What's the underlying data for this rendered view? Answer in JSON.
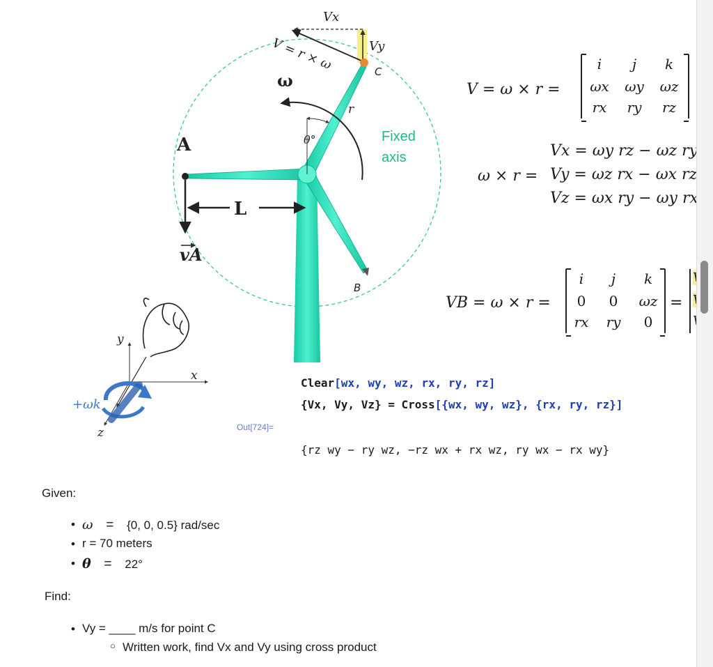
{
  "diagram": {
    "labels": {
      "vx": "Vx",
      "vy": "Vy",
      "v_eq": "V = r × ω",
      "c": "C",
      "omega": "ω",
      "r": "r",
      "theta": "θ°",
      "fixed_axis": "Fixed axis",
      "a": "A",
      "l": "L",
      "va": "vA",
      "b": "B",
      "y_axis": "y",
      "x_axis": "x",
      "z_axis": "z",
      "omega_k": "+ωk"
    },
    "colors": {
      "blade": "#2fe0b8",
      "tower": "#22e6b0",
      "circle": "#35c98f",
      "fixed_axis": "#1fb88a",
      "highlight": "#f7ef8a",
      "point_c": "#e88838"
    }
  },
  "equations": {
    "v_cross": "V = ω × r  =",
    "m1": {
      "r1": [
        "i",
        "j",
        "k"
      ],
      "r2": [
        "ωx",
        "ωy",
        "ωz"
      ],
      "r3": [
        "rx",
        "ry",
        "rz"
      ]
    },
    "cross_lhs": "ω × r  =",
    "vx_eq": "Vx = ωy rz − ωz ry",
    "vy_eq": "Vy = ωz rx − ωx rz",
    "vz_eq": "Vz = ωx ry − ωy rx",
    "vb_eq": "VB = ω × r  =",
    "m2": {
      "r1": [
        "i",
        "j",
        "k"
      ],
      "r2": [
        "0",
        "0",
        "ωz"
      ],
      "r3": [
        "rx",
        "ry",
        "0"
      ]
    },
    "equals": "=",
    "m3": [
      "Vx",
      "Vy",
      "Vz"
    ]
  },
  "code": {
    "clear_kw": "Clear",
    "clear_args": "[wx, wy, wz, rx, ry, rz]",
    "line2_lhs": "{Vx, Vy, Vz} = ",
    "cross_kw": "Cross",
    "cross_args": "[{wx, wy, wz}, {rx, ry, rz}]",
    "out_label": "Out[724]=",
    "output": "{rz wy − ry wz, −rz wx + rx wz, ry wx − rx wy}"
  },
  "problem": {
    "given_label": "Given:",
    "given": [
      {
        "sym": "ω",
        "eq": "=",
        "val": "{0, 0, 0.5} rad/sec"
      },
      {
        "sym": "",
        "eq": "",
        "val": "r = 70 meters"
      },
      {
        "sym": "θ",
        "eq": "=",
        "val": "22°"
      }
    ],
    "find_label": "Find:",
    "find": [
      {
        "text": "Vy = ____ m/s for point C"
      }
    ],
    "sub": [
      {
        "text": "Written work, find Vx and Vy using cross product"
      }
    ]
  }
}
